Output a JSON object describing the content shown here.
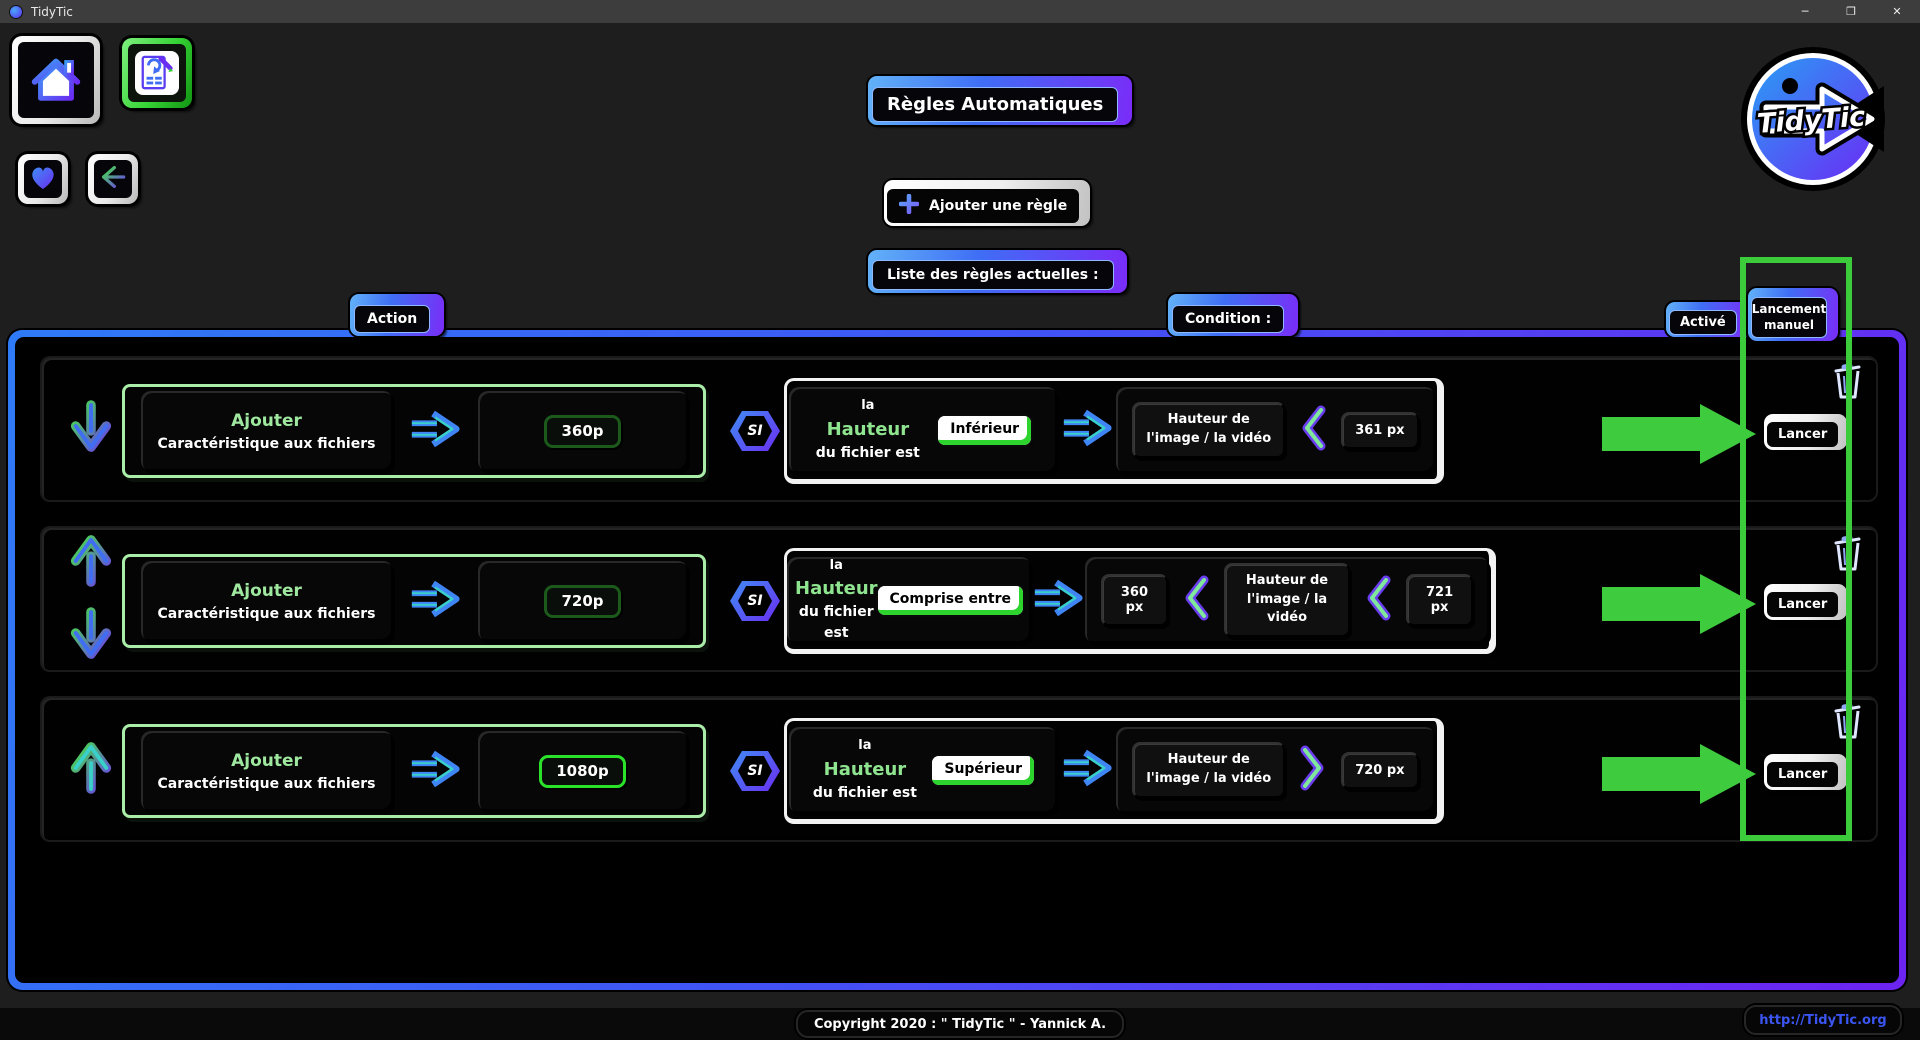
{
  "window": {
    "title": "TidyTic",
    "minimize": "─",
    "restore": "❐",
    "close": "✕"
  },
  "header": {
    "title": "Règles Automatiques",
    "add_rule_label": "Ajouter une règle",
    "list_label": "Liste des règles actuelles :"
  },
  "columns": {
    "action": "Action",
    "condition": "Condition :",
    "enabled": "Activé",
    "manual_launch": "Lancement manuel"
  },
  "logo": {
    "text": "TidyTic"
  },
  "rules": [
    {
      "action_name": "Ajouter",
      "action_target": "Caractéristique aux fichiers",
      "value": "360p",
      "if_label": "SI",
      "cond_article": "la",
      "cond_property": "Hauteur",
      "cond_suffix": "du fichier est",
      "operator": "Inférieur",
      "field_line1": "Hauteur de",
      "field_line2": "l'image / la vidéo",
      "right_value": "361 px",
      "launch_label": "Lancer"
    },
    {
      "action_name": "Ajouter",
      "action_target": "Caractéristique aux fichiers",
      "value": "720p",
      "if_label": "SI",
      "cond_article": "la",
      "cond_property": "Hauteur",
      "cond_suffix": "du fichier est",
      "operator": "Comprise entre",
      "left_value": "360 px",
      "field_line1": "Hauteur de",
      "field_line2": "l'image / la vidéo",
      "right_value": "721 px",
      "launch_label": "Lancer"
    },
    {
      "action_name": "Ajouter",
      "action_target": "Caractéristique aux fichiers",
      "value": "1080p",
      "if_label": "SI",
      "cond_article": "la",
      "cond_property": "Hauteur",
      "cond_suffix": "du fichier est",
      "operator": "Supérieur",
      "field_line1": "Hauteur de",
      "field_line2": "l'image / la vidéo",
      "right_value": "720 px",
      "launch_label": "Lancer"
    }
  ],
  "footer": {
    "copyright": "Copyright 2020 : \" TidyTic \" - Yannick A.",
    "link": "http://TidyTic.org"
  },
  "colors": {
    "annotation_green": "#3bcb3b",
    "accent_blue": "#3f6ef5",
    "accent_purple": "#7a2cf7",
    "accent_green": "#35d435"
  }
}
